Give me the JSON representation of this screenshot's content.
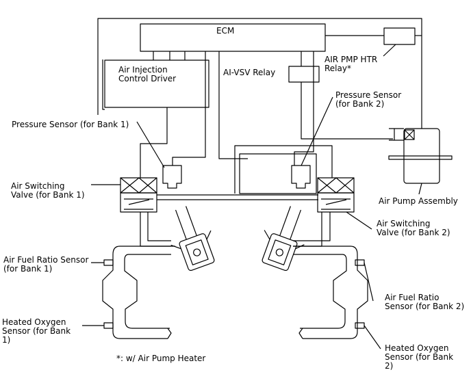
{
  "labels": {
    "ecm": "ECM",
    "air_injection_driver": "Air Injection\nControl Driver",
    "ai_vsv_relay": "AI-VSV Relay",
    "air_pmp_htr_relay": "AIR PMP HTR\nRelay*",
    "pressure_sensor_bank1": "Pressure Sensor (for Bank 1)",
    "pressure_sensor_bank2": "Pressure Sensor\n(for Bank 2)",
    "air_switching_valve_bank1": "Air Switching\nValve (for Bank 1)",
    "air_switching_valve_bank2": "Air Switching\nValve (for Bank 2)",
    "air_pump_assembly": "Air Pump Assembly",
    "afr_sensor_bank1": "Air Fuel Ratio Sensor\n(for Bank 1)",
    "afr_sensor_bank2": "Air Fuel Ratio\nSensor (for Bank 2)",
    "ho2_sensor_bank1": "Heated Oxygen\nSensor (for Bank\n1)",
    "ho2_sensor_bank2": "Heated Oxygen\nSensor (for Bank\n2)",
    "footnote": "*: w/ Air Pump Heater"
  },
  "colors": {
    "line": "#000000",
    "background": "#ffffff"
  }
}
